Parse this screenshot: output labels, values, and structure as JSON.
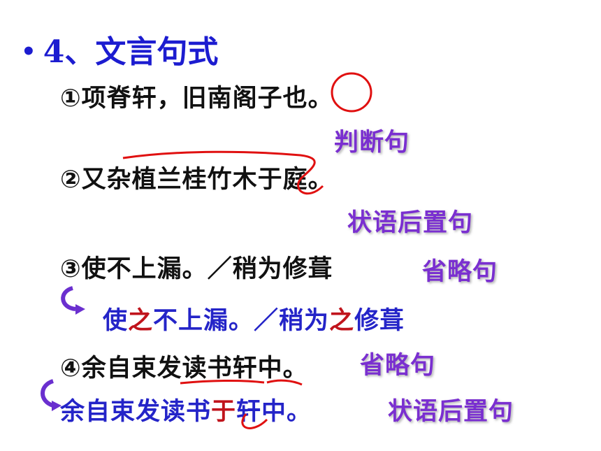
{
  "title": {
    "bullet": "•",
    "text": "4、文言句式"
  },
  "items": [
    {
      "text": "①项脊轩，旧南阁子也。",
      "note": "判断句"
    },
    {
      "text": "②又杂植兰桂竹木于庭。",
      "note": "状语后置句"
    },
    {
      "text": "③使不上漏。／稍为修葺",
      "note": "省略句"
    },
    {
      "text": "④余自束发读书轩中。",
      "note": "省略句"
    }
  ],
  "restored3": {
    "p1": "使",
    "ins1": "之",
    "p2": "不上漏。／稍为",
    "ins2": "之",
    "p3": "修葺"
  },
  "restored4": {
    "p1": "余自束发读书",
    "ins": "于",
    "p2": "轩中。",
    "note": "状语后置句"
  },
  "colors": {
    "title": "#1c1cd0",
    "note": "#7a2fd0",
    "restored": "#2424c8",
    "highlight": "#c0141c",
    "mark": "#e01010",
    "arrow": "#6a2fcf"
  }
}
